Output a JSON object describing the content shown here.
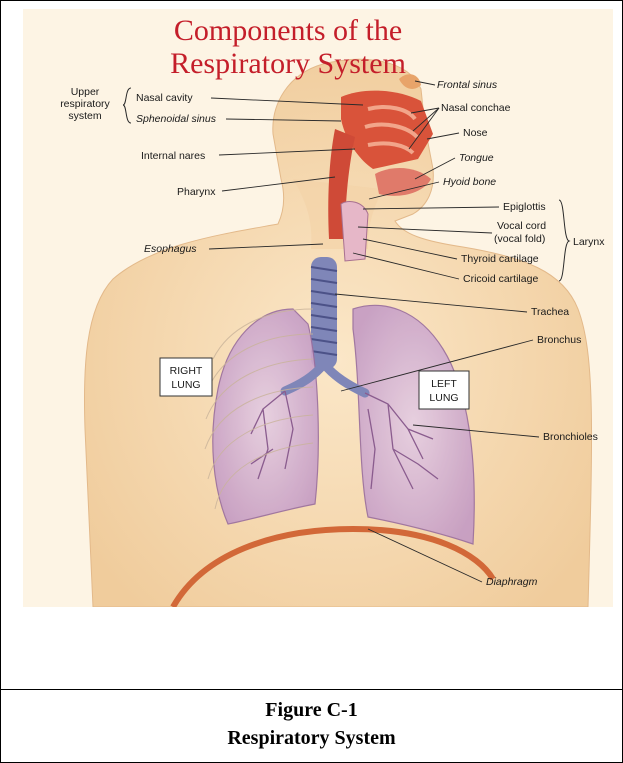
{
  "illustration": {
    "title_line1": "Components of the",
    "title_line2": "Respiratory System",
    "labels": {
      "upper_respiratory_line1": "Upper",
      "upper_respiratory_line2": "respiratory",
      "upper_respiratory_line3": "system",
      "nasal_cavity": "Nasal cavity",
      "sphenoidal_sinus": "Sphenoidal sinus",
      "internal_nares": "Internal nares",
      "pharynx": "Pharynx",
      "esophagus": "Esophagus",
      "frontal_sinus": "Frontal sinus",
      "nasal_conchae": "Nasal conchae",
      "nose": "Nose",
      "tongue": "Tongue",
      "hyoid_bone": "Hyoid bone",
      "epiglottis": "Epiglottis",
      "vocal_cord_line1": "Vocal cord",
      "vocal_cord_line2": "(vocal fold)",
      "thyroid_cartilage": "Thyroid cartilage",
      "cricoid_cartilage": "Cricoid cartilage",
      "larynx": "Larynx",
      "trachea": "Trachea",
      "bronchus": "Bronchus",
      "bronchioles": "Bronchioles",
      "diaphragm": "Diaphragm",
      "right_lung_line1": "RIGHT",
      "right_lung_line2": "LUNG",
      "left_lung_line1": "LEFT",
      "left_lung_line2": "LUNG"
    }
  },
  "caption": {
    "line1": "Figure C-1",
    "line2": "Respiratory System"
  },
  "colors": {
    "title_red": "#c41e2a",
    "skin": "#f6dcb6",
    "lung": "#d9b8d6",
    "airway": "#7f86b8",
    "nasal_red": "#d9533a"
  }
}
